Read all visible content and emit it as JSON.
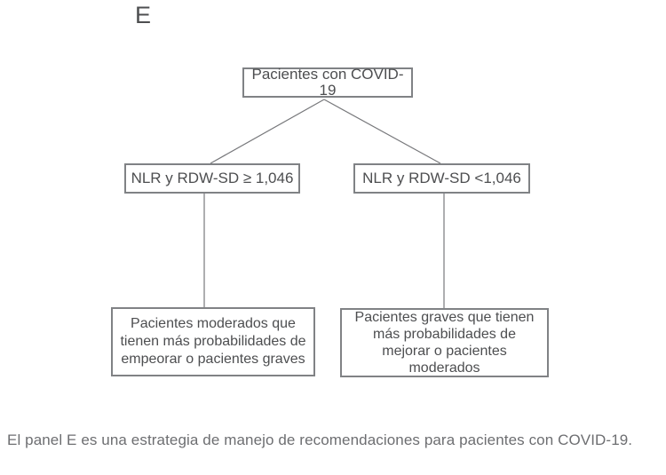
{
  "panel": {
    "label": "E"
  },
  "flowchart": {
    "root": {
      "text": "Pacientes con COVID-19"
    },
    "branch_left": {
      "text": "NLR y RDW-SD ≥ 1,046"
    },
    "branch_right": {
      "text": "NLR y RDW-SD <1,046"
    },
    "outcome_left": {
      "text": "Pacientes moderados que\ntienen más probabilidades de\nempeorar o pacientes graves"
    },
    "outcome_right": {
      "text": "Pacientes graves que tienen\nmás probabilidades de\nmejorar o pacientes\nmoderados"
    }
  },
  "caption": {
    "text": "El panel E es una estrategia de manejo de recomendaciones para pacientes con COVID-19."
  },
  "colors": {
    "box_border": "#808285",
    "box_text": "#4d4e50",
    "connector_line": "#77787b",
    "caption_text": "#6d6e71"
  }
}
